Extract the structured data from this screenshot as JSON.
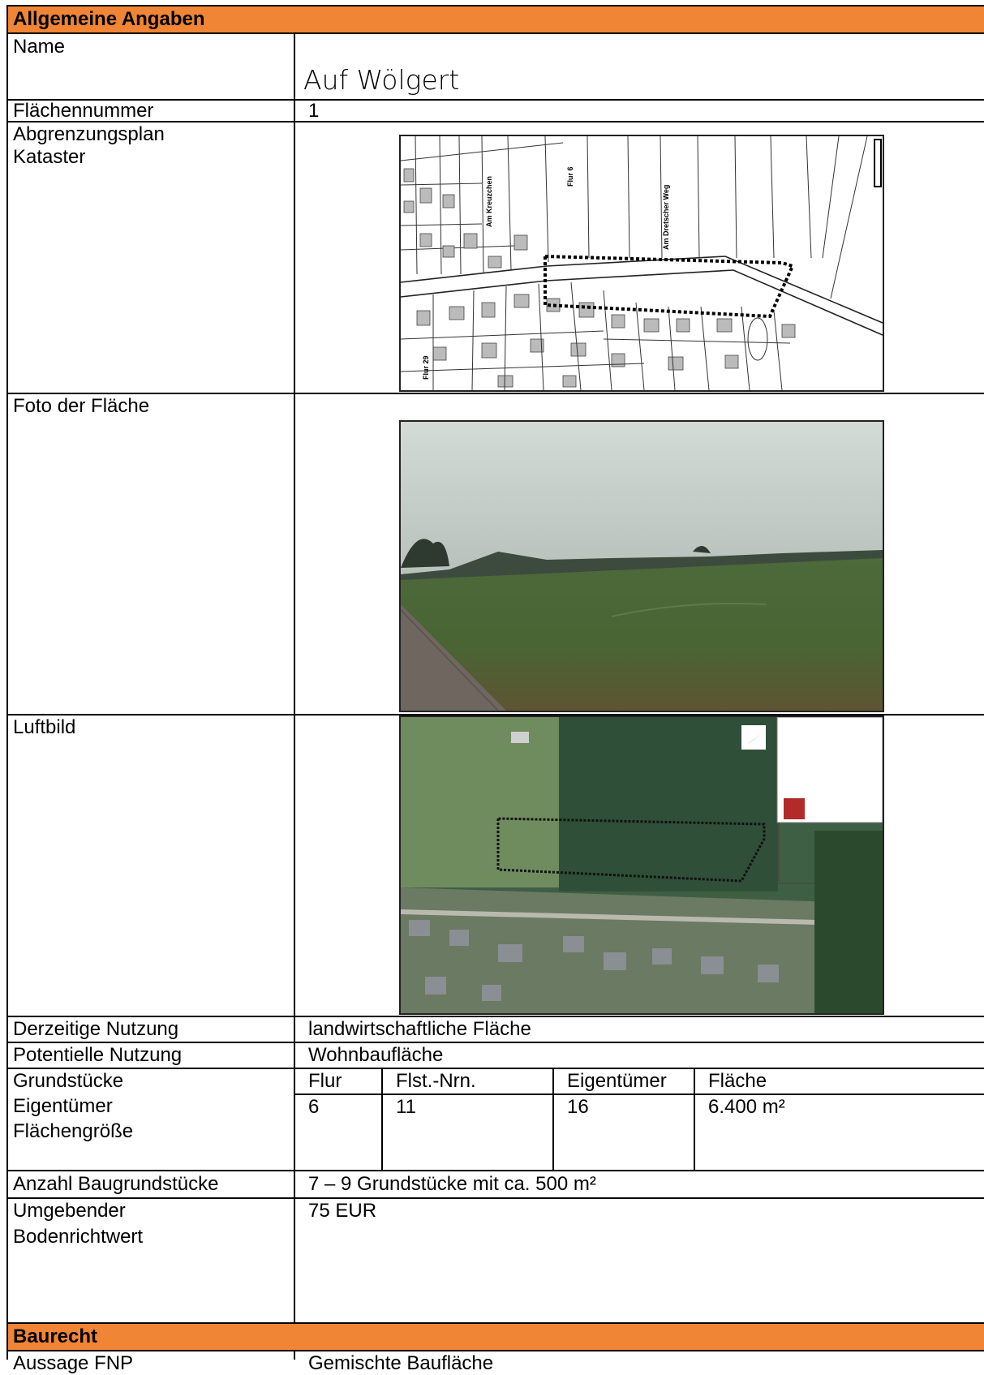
{
  "sections": {
    "general": "Allgemeine Angaben",
    "baurecht": "Baurecht"
  },
  "rows": {
    "name_label": "Name",
    "name_value": "Auf Wölgert",
    "number_label": "Flächennummer",
    "number_value": "1",
    "plan_label_1": "Abgrenzungsplan",
    "plan_label_2": "Kataster",
    "photo_label": "Foto der Fläche",
    "aerial_label": "Luftbild",
    "current_use_label": "Derzeitige Nutzung",
    "current_use_value": "landwirtschaftliche Fläche",
    "potential_use_label": "Potentielle Nutzung",
    "potential_use_value": "Wohnbaufläche",
    "parcels_label_1": "Grundstücke",
    "parcels_label_2": "Eigentümer",
    "parcels_label_3": "Flächengröße",
    "plots_label": "Anzahl Baugrundstücke",
    "plots_value": "7 – 9 Grundstücke mit ca. 500 m²",
    "land_value_label_1": "Umgebender",
    "land_value_label_2": "Bodenrichtwert",
    "land_value_value": "75 EUR",
    "fnp_label": "Aussage FNP",
    "fnp_value": "Gemischte Baufläche"
  },
  "parcel_table": {
    "headers": [
      "Flur",
      "Flst.-Nrn.",
      "Eigentümer",
      "Fläche"
    ],
    "values": [
      "6",
      "11",
      "16",
      "6.400 m²"
    ]
  },
  "map_labels": {
    "flur6": "Flur 6",
    "flur29": "Flur 29",
    "kreuzchen": "Am Kreuzchen",
    "dretscher": "Am Dretscher Weg"
  },
  "colors": {
    "section_band": "#ef8535"
  }
}
